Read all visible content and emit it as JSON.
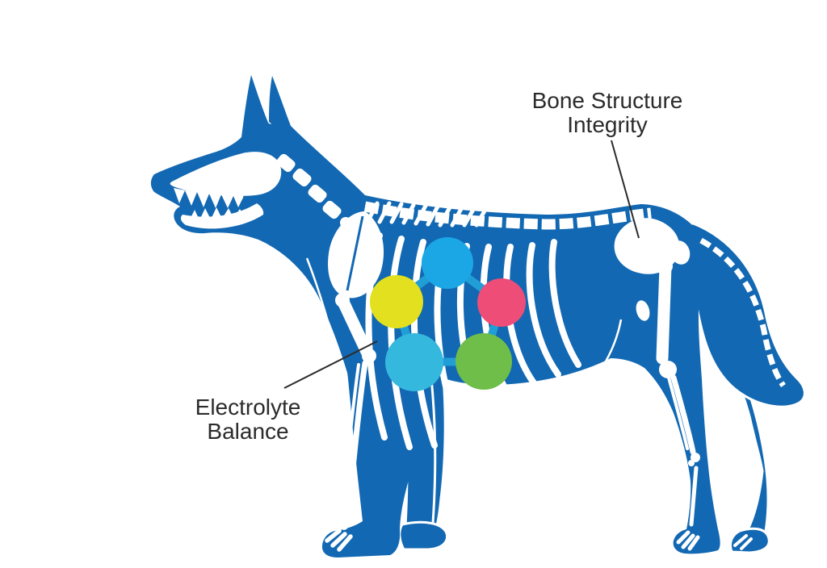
{
  "colors": {
    "background": "#ffffff",
    "body": "#1268B2",
    "bone": "#ffffff",
    "connector": "#219ED6",
    "leader": "#2b2b2b",
    "label_text": "#2b2b2b",
    "nodes": {
      "top": "#1BA7E5",
      "left": "#E3E01F",
      "right": "#EE4D77",
      "bottom_left": "#35B8DE",
      "bottom_right": "#6FBE49"
    }
  },
  "labels": {
    "bone_structure": {
      "line1": "Bone Structure",
      "line2": "Integrity"
    },
    "electrolyte_balance": {
      "line1": "Electrolyte",
      "line2": "Balance"
    }
  }
}
